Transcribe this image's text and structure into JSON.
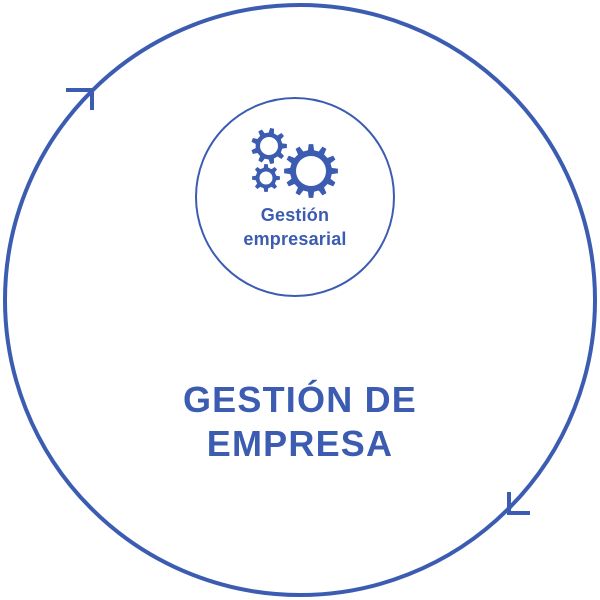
{
  "colors": {
    "primary": "#3b5cb1",
    "background": "#ffffff"
  },
  "center_node": {
    "icon": "gears-icon",
    "label_line1": "Gestión",
    "label_line2": "empresarial"
  },
  "title": {
    "line1": "GESTIÓN DE",
    "line2": "EMPRESA"
  },
  "cycle": {
    "direction": "clockwise",
    "arrow_icons": [
      "arrow-up-right-icon",
      "arrow-down-left-icon"
    ]
  }
}
